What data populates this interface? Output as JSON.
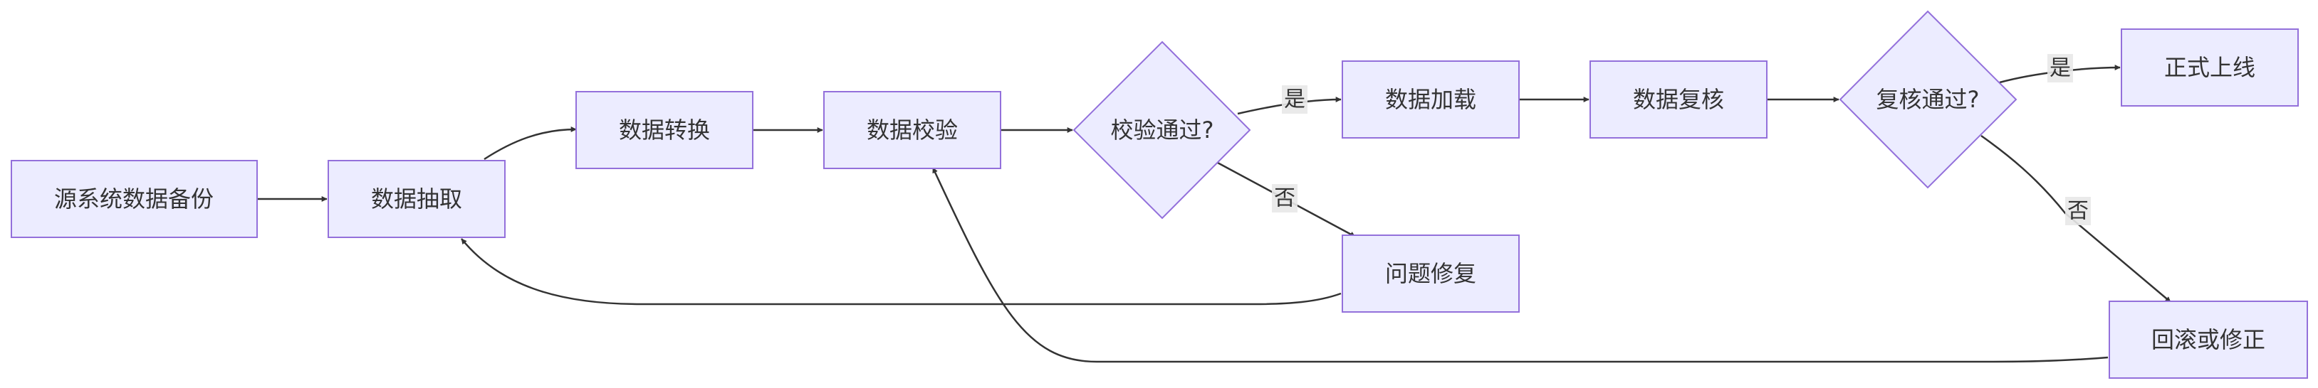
{
  "colors": {
    "node_fill": "#ECECFF",
    "node_stroke": "#9370DB",
    "edge": "#333333",
    "text": "#333333",
    "label_bg": "#e8e8e8"
  },
  "nodes": {
    "backup": "源系统数据备份",
    "extract": "数据抽取",
    "transform": "数据转换",
    "validate": "数据校验",
    "check_validate": "校验通过?",
    "load": "数据加载",
    "review": "数据复核",
    "check_review": "复核通过?",
    "go_live": "正式上线",
    "fix": "问题修复",
    "rollback": "回滚或修正"
  },
  "edges": {
    "validate_yes": "是",
    "validate_no": "否",
    "review_yes": "是",
    "review_no": "否"
  }
}
